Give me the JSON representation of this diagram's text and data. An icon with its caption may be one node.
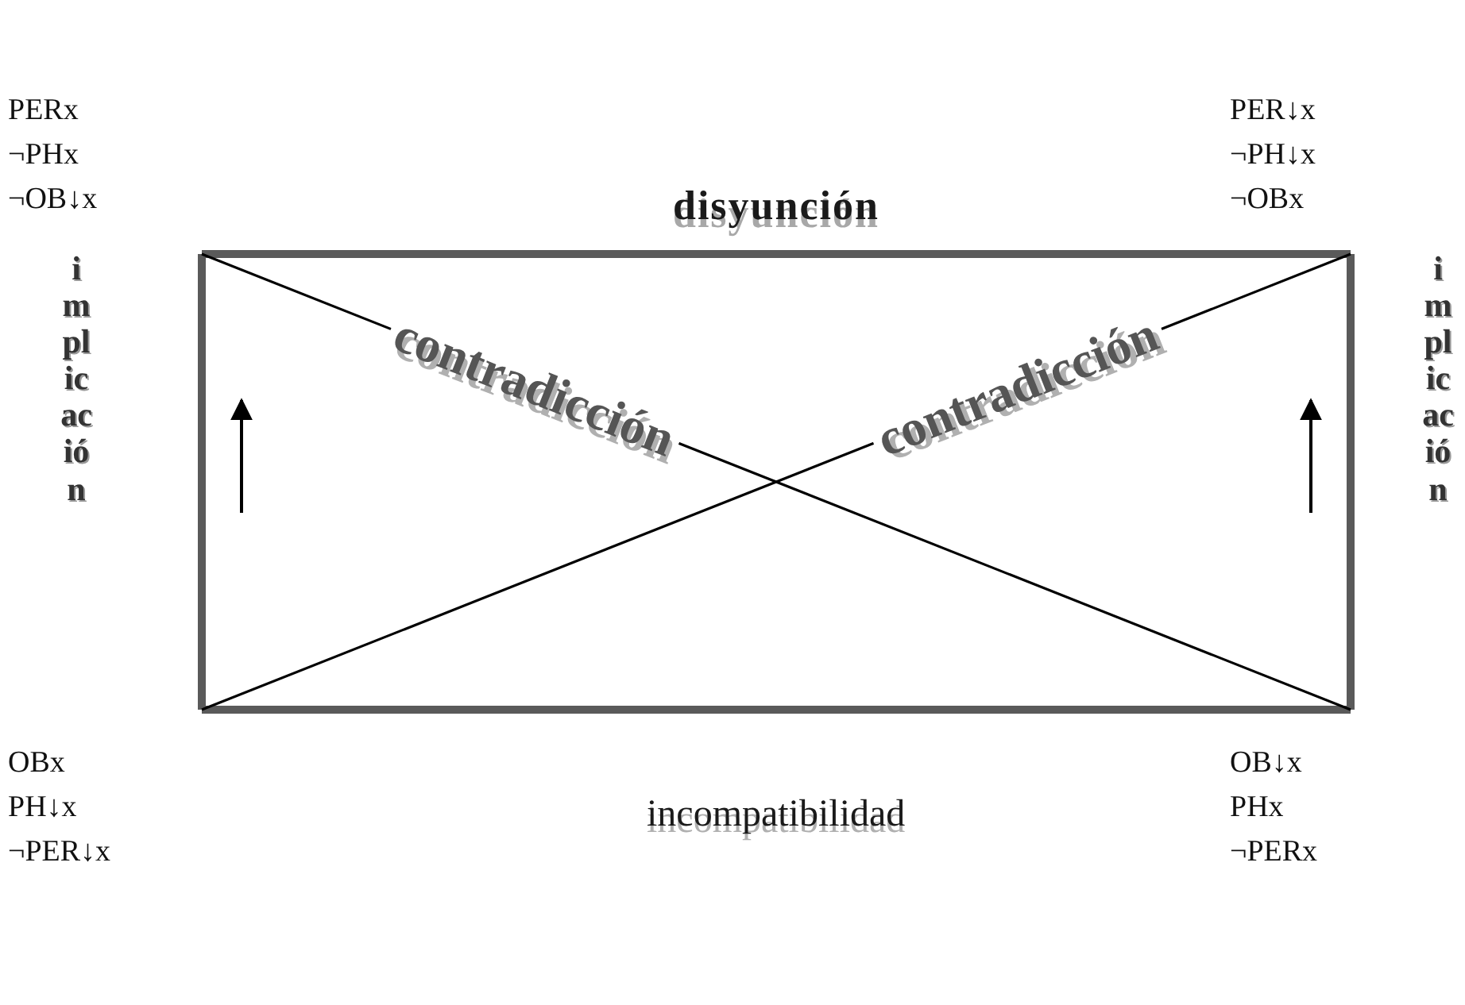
{
  "diagram": {
    "nodes": [
      {
        "text": [
          "PERx",
          "¬PHx",
          "¬OB↓x"
        ]
      },
      {
        "text": [
          "PER↓x",
          "¬PH↓x",
          "¬OBx"
        ]
      },
      {
        "text": [
          "OBx",
          "PH↓x",
          "¬PER↓x"
        ]
      },
      {
        "text": [
          "OB↓x",
          "PHx",
          "¬PERx"
        ]
      }
    ],
    "edges": [
      {
        "from": 0,
        "to": 1,
        "arrow": "none",
        "label": "disyunción"
      },
      {
        "from": 2,
        "to": 3,
        "arrow": "none",
        "label": "incompatibilidad"
      },
      {
        "from": 2,
        "to": 0,
        "arrow": "none",
        "label": "implicación"
      },
      {
        "from": 3,
        "to": 1,
        "arrow": "none",
        "label": "implicación"
      },
      {
        "from": 0,
        "to": 3,
        "arrow": "none",
        "label": "contradicción",
        "color": "#000000"
      },
      {
        "from": 2,
        "to": 1,
        "arrow": "none",
        "label": "contradicción",
        "color": "#000000"
      }
    ]
  }
}
